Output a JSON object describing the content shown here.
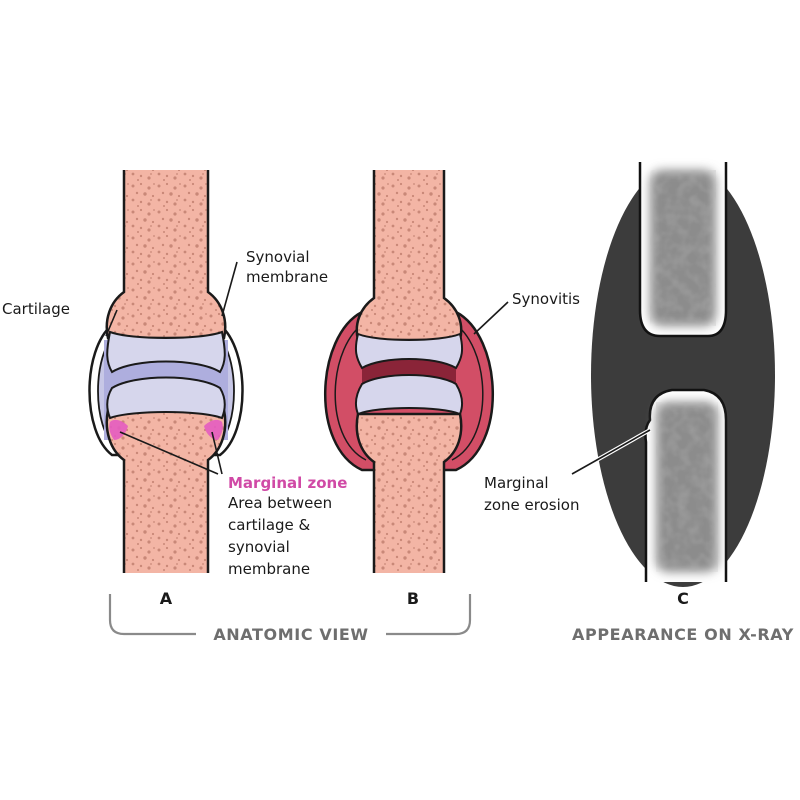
{
  "panels": {
    "a": {
      "letter": "A"
    },
    "b": {
      "letter": "B"
    },
    "c": {
      "letter": "C"
    }
  },
  "labels": {
    "cartilage": "Cartilage",
    "synovial_membrane_1": "Synovial",
    "synovial_membrane_2": "membrane",
    "synovitis": "Synovitis",
    "marginal_zone_title": "Marginal zone",
    "marginal_zone_desc_1": "Area between",
    "marginal_zone_desc_2": "cartilage &",
    "marginal_zone_desc_3": "synovial",
    "marginal_zone_desc_4": "membrane",
    "erosion_1": "Marginal",
    "erosion_2": "zone erosion"
  },
  "sections": {
    "anatomic": "ANATOMIC VIEW",
    "xray": "APPEARANCE ON X-RAY"
  },
  "colors": {
    "bone": "#f3b5a5",
    "bone_speckle": "#c98878",
    "cartilage": "#d6d6ec",
    "synovial_fluid": "#aeaede",
    "inflamed_synovium": "#d24e66",
    "inflamed_core": "#8a2438",
    "marginal_zone": "#e45cc0",
    "xray_background": "#3c3c3c",
    "xray_bone": "#e9e9e9",
    "section_text": "#6e6e6e"
  }
}
